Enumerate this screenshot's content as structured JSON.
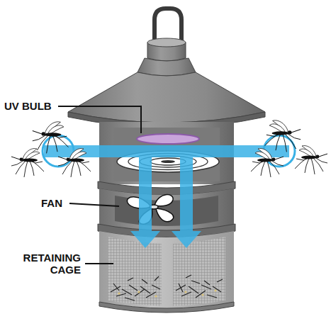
{
  "diagram": {
    "labels": [
      "UV BULB",
      "FAN",
      "RETAINING CAGE"
    ]
  }
}
